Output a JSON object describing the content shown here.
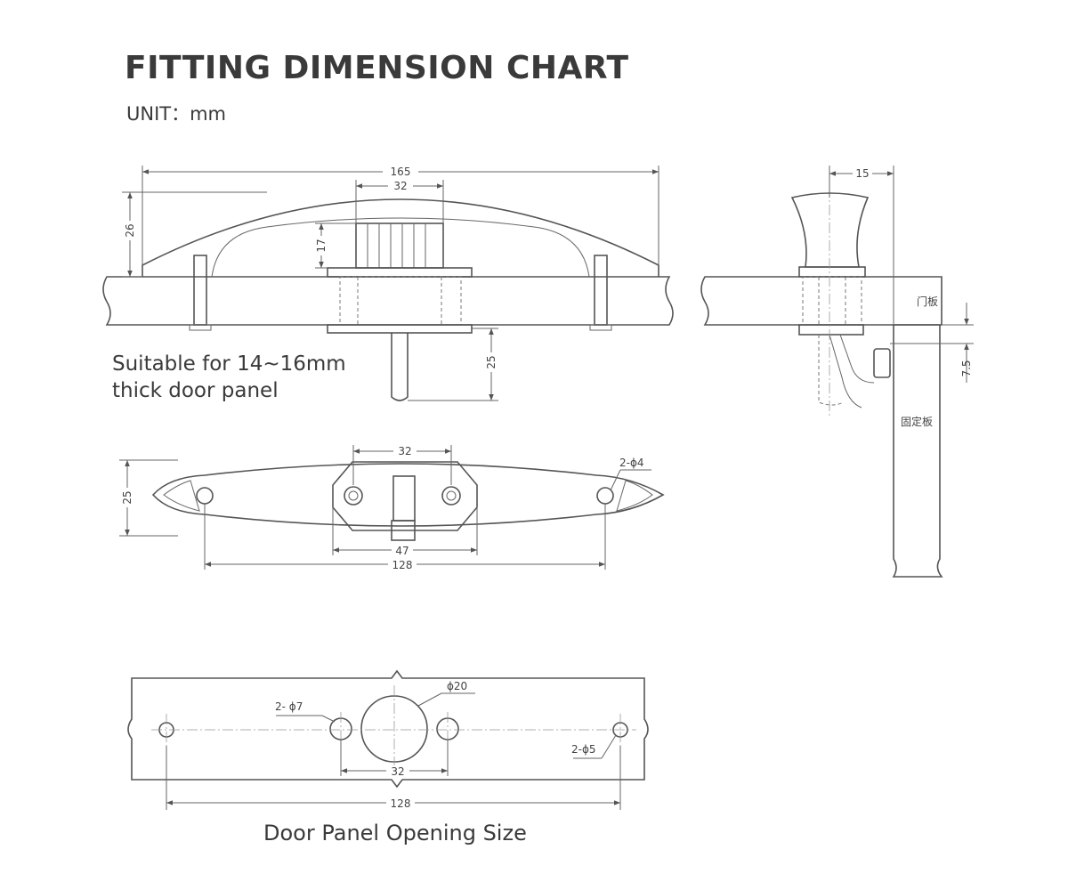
{
  "header": {
    "title": "FITTING DIMENSION CHART",
    "unit": "UNIT：mm"
  },
  "front_view": {
    "note_line1": "Suitable for 14~16mm",
    "note_line2": "thick door panel",
    "dims": {
      "overall_length": "165",
      "knob_width": "32",
      "height": "26",
      "knob_height": "17",
      "stem_length": "25"
    }
  },
  "side_view": {
    "dims": {
      "knob_depth": "15",
      "offset": "7.5"
    },
    "labels": {
      "door_panel": "门板",
      "fixed_panel": "固定板"
    }
  },
  "bottom_view": {
    "dims": {
      "center_spacing": "32",
      "width": "25",
      "hole_callout": "2-ϕ4",
      "plate_width": "47",
      "hole_spacing": "128"
    }
  },
  "opening": {
    "caption": "Door Panel Opening Size",
    "dims": {
      "center_hole": "ϕ20",
      "small_holes": "2- ϕ7",
      "end_holes": "2-ϕ5",
      "small_spacing": "32",
      "end_spacing": "128"
    }
  }
}
